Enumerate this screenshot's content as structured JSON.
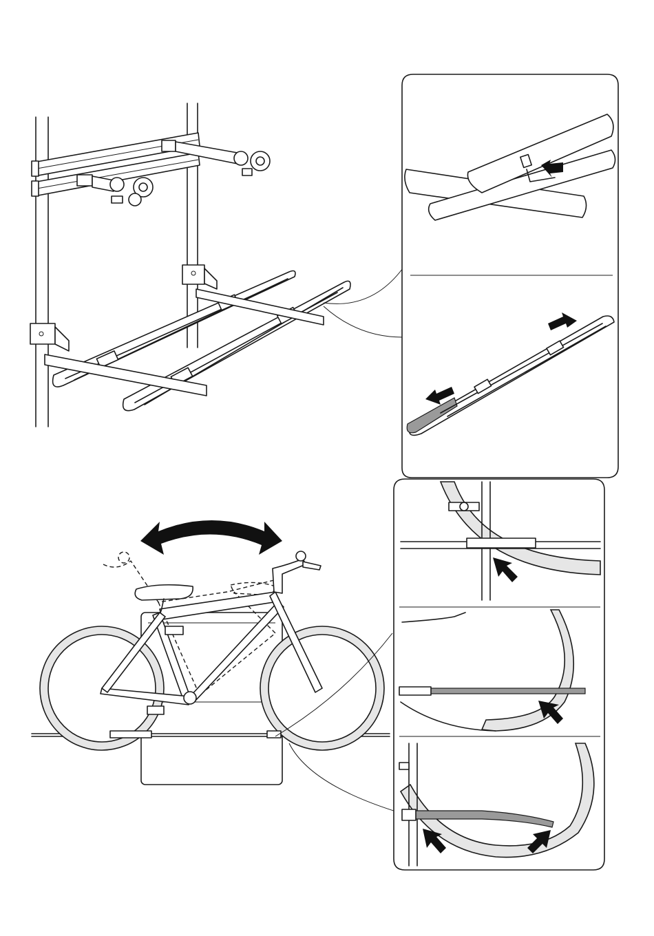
{
  "figure": {
    "panels": [
      {
        "id": "wall-mounted-rack-assembly"
      },
      {
        "id": "detail-allen-key-adjustment"
      },
      {
        "id": "detail-wheel-rail-extension"
      },
      {
        "id": "bike-on-rack-rear-view"
      },
      {
        "id": "detail-wheel-strap-top"
      },
      {
        "id": "detail-wheel-rail-middle"
      },
      {
        "id": "detail-wheel-rail-bottom"
      }
    ],
    "colors": {
      "line": "#1a1a1a",
      "tire_fill": "#e6e6e6",
      "arrow": "#111111",
      "highlight_rail": "#9a9a9a"
    },
    "icons": [
      "arrow-icon",
      "double-arrow-icon",
      "allen-key-icon"
    ]
  }
}
